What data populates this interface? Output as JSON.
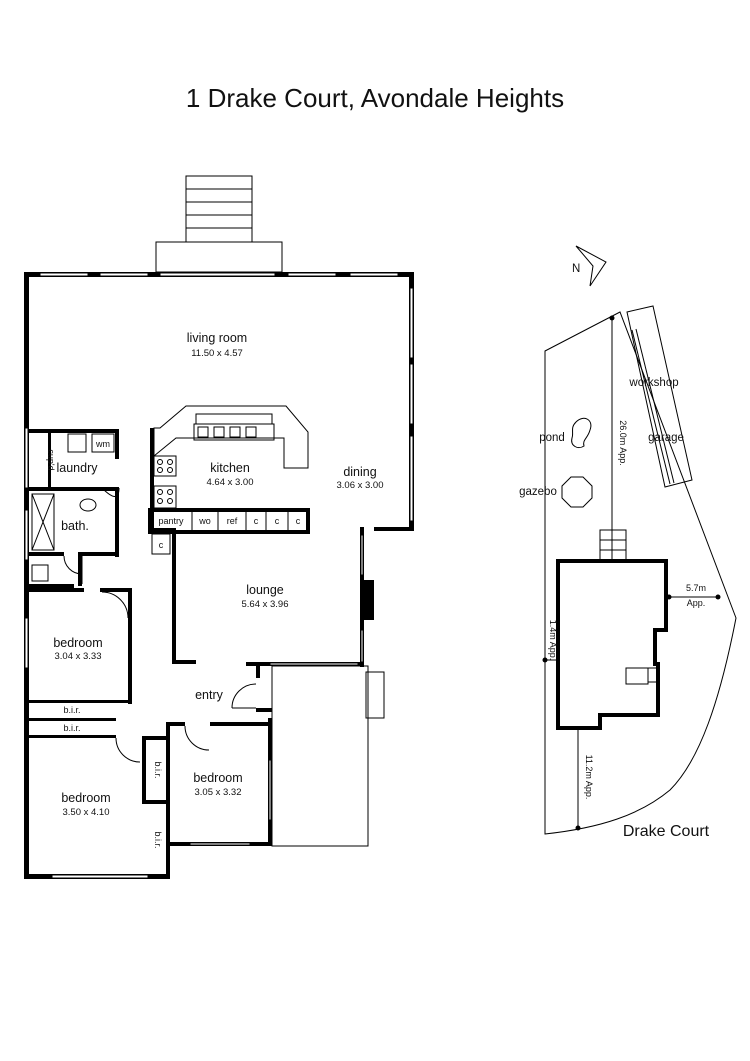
{
  "title": "1 Drake Court, Avondale Heights",
  "rooms": {
    "living": {
      "name": "living room",
      "dims": "11.50 x 4.57"
    },
    "kitchen": {
      "name": "kitchen",
      "dims": "4.64 x 3.00"
    },
    "dining": {
      "name": "dining",
      "dims": "3.06 x 3.00"
    },
    "lounge": {
      "name": "lounge",
      "dims": "5.64 x 3.96"
    },
    "bedroom1": {
      "name": "bedroom",
      "dims": "3.04 x 3.33"
    },
    "bedroom2": {
      "name": "bedroom",
      "dims": "3.50 x 4.10"
    },
    "bedroom3": {
      "name": "bedroom",
      "dims": "3.05 x 3.32"
    },
    "laundry": {
      "name": "laundry"
    },
    "bath": {
      "name": "bath."
    },
    "entry": {
      "name": "entry"
    }
  },
  "fixtures": {
    "cupd": "cup'd",
    "wm": "wm",
    "pantry": "pantry",
    "wo": "wo",
    "ref": "ref",
    "c": "c",
    "bir": "b.i.r."
  },
  "site": {
    "north": "N",
    "workshop": "workshop",
    "garage": "garage",
    "pond": "pond",
    "gazebo": "gazebo",
    "dist_rear": "26.0m App.",
    "dist_side": "5.7m App.",
    "dist_left": "1.4m App.",
    "dist_front": "11.2m App.",
    "street": "Drake Court"
  }
}
